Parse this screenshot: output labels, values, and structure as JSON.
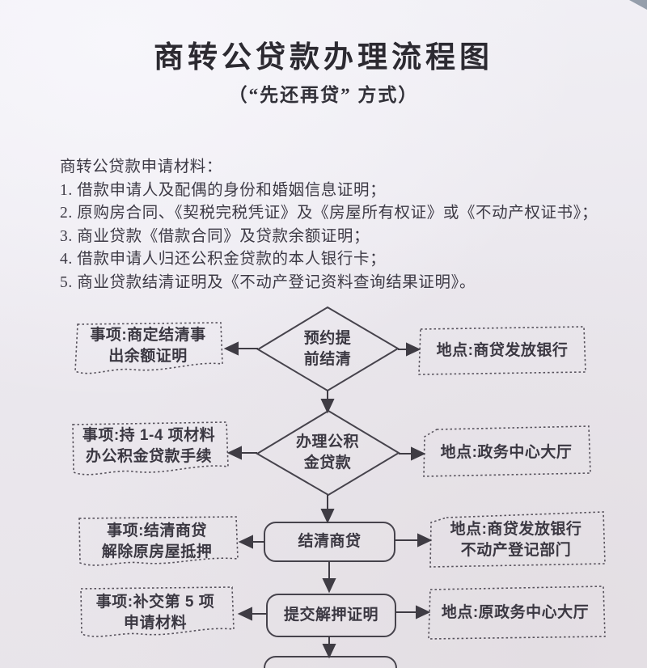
{
  "page": {
    "title": "商转公贷款办理流程图",
    "subtitle": "（“先还再贷” 方式）"
  },
  "materials": {
    "heading": "商转公贷款申请材料：",
    "items": [
      "1. 借款申请人及配偶的身份和婚姻信息证明；",
      "2. 原购房合同、《契税完税凭证》及《房屋所有权证》或《不动产权证书》；",
      "3. 商业贷款《借款合同》及贷款余额证明；",
      "4. 借款申请人归还公积金贷款的本人银行卡；",
      "5. 商业贷款结清证明及《不动产登记资料查询结果证明》。"
    ]
  },
  "flow": {
    "rows": [
      {
        "center_shape": "diamond",
        "center": [
          "预约提",
          "前结清"
        ],
        "left": [
          "事项:商定结清事",
          "出余额证明"
        ],
        "right": [
          "地点:商贷发放银行"
        ]
      },
      {
        "center_shape": "diamond",
        "center": [
          "办理公积",
          "金贷款"
        ],
        "left": [
          "事项:持 1-4 项材料",
          "办公积金贷款手续"
        ],
        "right": [
          "地点:政务中心大厅"
        ]
      },
      {
        "center_shape": "rounded-rect",
        "center": [
          "结清商贷"
        ],
        "left": [
          "事项:结清商贷",
          "解除原房屋抵押"
        ],
        "right": [
          "地点:商贷发放银行",
          "不动产登记部门"
        ]
      },
      {
        "center_shape": "rounded-rect",
        "center": [
          "提交解押证明"
        ],
        "left": [
          "事项:补交第 5 项",
          "申请材料"
        ],
        "right": [
          "地点:原政务中心大厅"
        ]
      }
    ],
    "continues_below": true
  },
  "colors": {
    "paper": "#ebe8ee",
    "ink": "#3b3842",
    "solid_stroke": "#46434c",
    "dashed_stroke": "#57525c"
  }
}
